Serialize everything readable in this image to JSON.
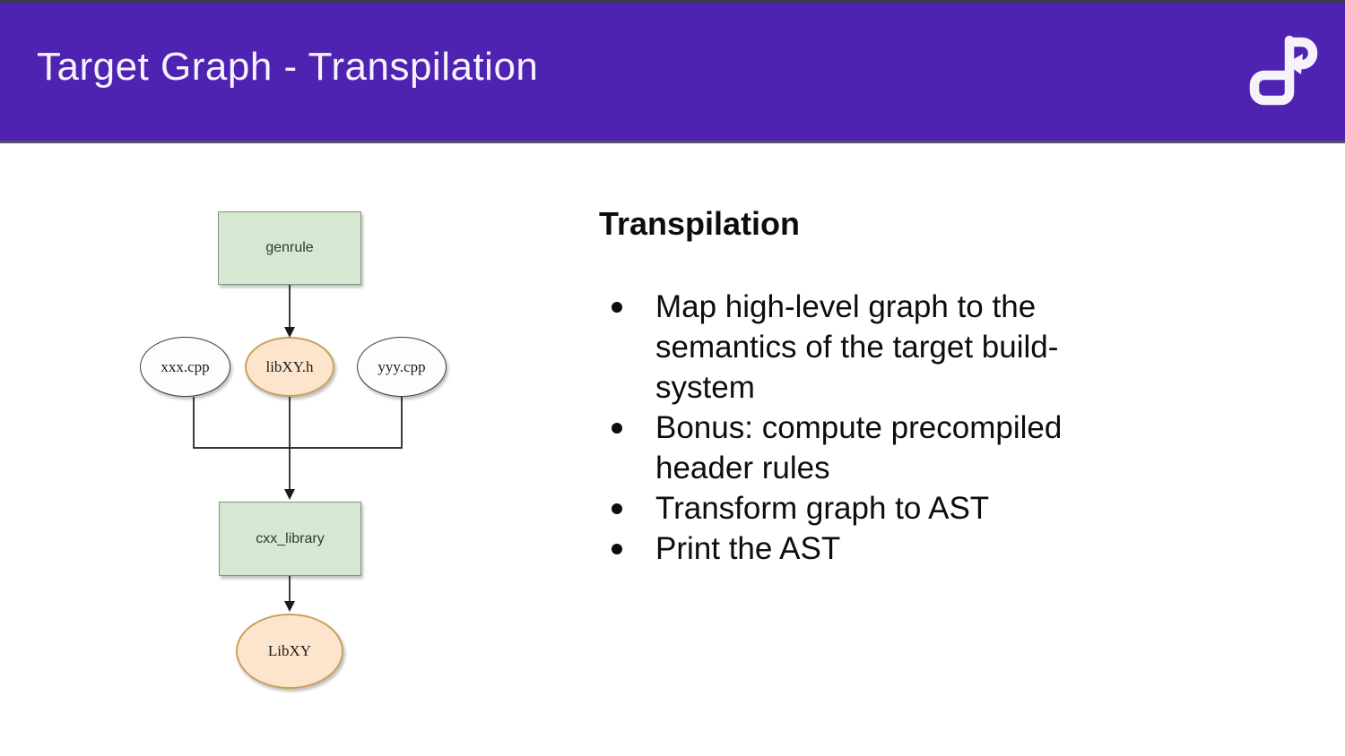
{
  "header": {
    "title": "Target Graph - Transpilation",
    "background_color": "#4f23b2",
    "title_color": "#f5f2fa",
    "logo": "loop-arrow-logo"
  },
  "content": {
    "heading": "Transpilation",
    "bullets": [
      "Map high-level graph to the semantics of the target build-system",
      "Bonus: compute precompiled header rules",
      "Transform graph to AST",
      "Print the AST"
    ]
  },
  "diagram": {
    "nodes": {
      "genrule": {
        "label": "genrule",
        "shape": "rect",
        "fill": "#d6e8d2",
        "border": "#7f987f"
      },
      "xxx_cpp": {
        "label": "xxx.cpp",
        "shape": "ellipse",
        "fill": "#fdfdfd",
        "border": "#3f3f3f"
      },
      "libxy_h": {
        "label": "libXY.h",
        "shape": "ellipse",
        "fill": "#fce5cc",
        "border": "#c9a25e"
      },
      "yyy_cpp": {
        "label": "yyy.cpp",
        "shape": "ellipse",
        "fill": "#fdfdfd",
        "border": "#3f3f3f"
      },
      "cxx_library": {
        "label": "cxx_library",
        "shape": "rect",
        "fill": "#d6e8d2",
        "border": "#7f987f"
      },
      "libxy": {
        "label": "LibXY",
        "shape": "ellipse",
        "fill": "#fce5cc",
        "border": "#c9a25e"
      }
    },
    "edges": [
      "genrule -> libXY.h",
      "xxx.cpp -> cxx_library",
      "libXY.h -> cxx_library",
      "yyy.cpp -> cxx_library",
      "cxx_library -> LibXY"
    ]
  }
}
